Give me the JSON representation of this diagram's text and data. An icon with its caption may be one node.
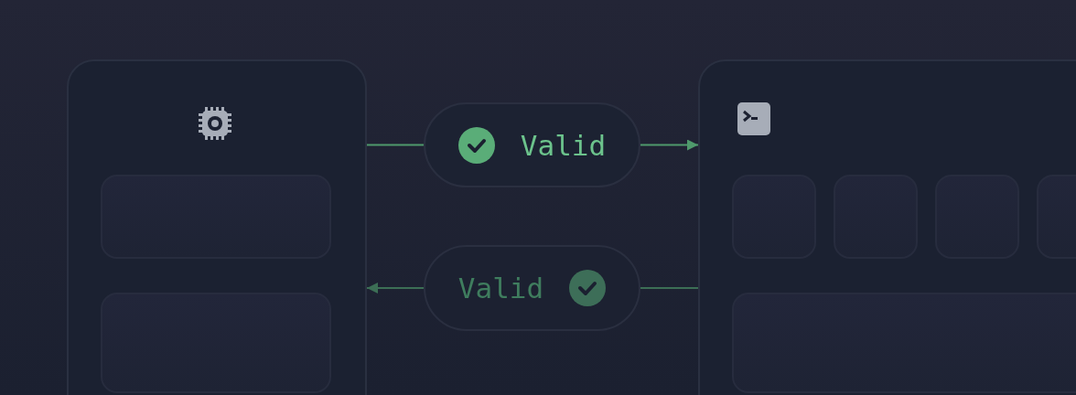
{
  "diagram": {
    "nodes": [
      {
        "text": [],
        "shape": "box"
      },
      {
        "text": [],
        "shape": "box",
        "in": 0
      },
      {
        "text": [],
        "shape": "box",
        "in": 0
      },
      {
        "text": [
          "Valid"
        ]
      },
      {
        "text": [
          "Valid"
        ]
      },
      {
        "text": [],
        "shape": "box"
      },
      {
        "text": [],
        "shape": "box",
        "in": 5
      },
      {
        "text": [],
        "shape": "box",
        "in": 5
      },
      {
        "text": [],
        "shape": "box",
        "in": 5
      },
      {
        "text": [],
        "shape": "box",
        "in": 5
      },
      {
        "text": [],
        "shape": "box",
        "in": 5
      }
    ],
    "edges": [
      {
        "from": 0,
        "to": 3,
        "arrow": "none"
      },
      {
        "from": 3,
        "to": 5,
        "arrow": "to"
      },
      {
        "from": 5,
        "to": 4,
        "arrow": "none",
        "color": "#3c6e55"
      },
      {
        "from": 4,
        "to": 0,
        "arrow": "to",
        "color": "#3c6e55"
      }
    ]
  }
}
